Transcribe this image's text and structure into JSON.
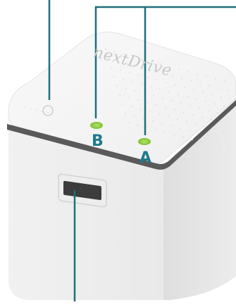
{
  "device": {
    "brand": "nextDrive",
    "indicators": [
      {
        "key": "b",
        "label": "B",
        "color": "#8cc63f"
      },
      {
        "key": "a",
        "label": "A",
        "color": "#8cc63f"
      }
    ]
  },
  "colors": {
    "callout": "#1f6f7a",
    "label": "#1f7a8c",
    "body_light": "#f2f2f2",
    "body_mid": "#e4e4e4",
    "body_dark": "#cfcfcf",
    "top_face": "#f7f7f7",
    "band": "#555555",
    "brand_text": "#c8c8c8"
  }
}
